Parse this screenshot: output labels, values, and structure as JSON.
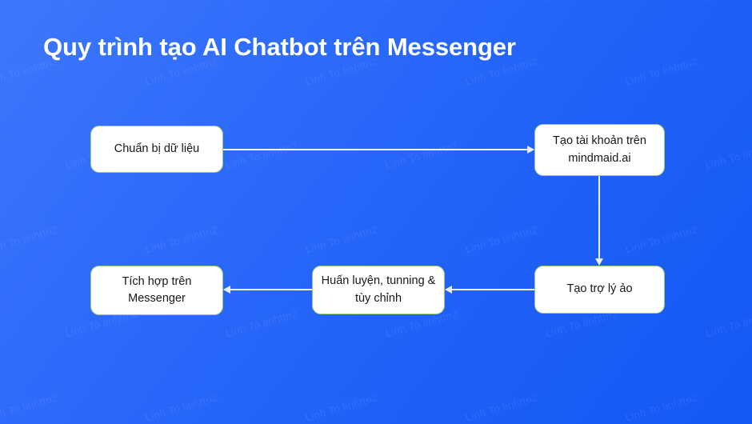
{
  "slide": {
    "title": "Quy trình tạo AI Chatbot trên Messenger",
    "background_color_start": "#3d78fb",
    "background_color_end": "#1558f5",
    "title_color": "#ffffff",
    "node_fill_color": "#ffffff",
    "node_border_color": "#9ecb6b",
    "node_text_color": "#171717",
    "connector_color": "#e9eef7",
    "watermark_text": "Linh To linhttn2"
  },
  "flow": {
    "nodes": [
      {
        "id": "prepare",
        "label": "Chuẩn bị  dữ liệu"
      },
      {
        "id": "account",
        "label": "Tạo tài khoản trên mindmaid.ai"
      },
      {
        "id": "assistant",
        "label": "Tạo trợ lý ảo"
      },
      {
        "id": "train",
        "label": "Huấn luyện, tunning & tùy chỉnh"
      },
      {
        "id": "integrate",
        "label": "Tích hợp trên Messenger"
      }
    ],
    "connectors": [
      {
        "from": "prepare",
        "to": "account",
        "direction": "right"
      },
      {
        "from": "account",
        "to": "assistant",
        "direction": "down"
      },
      {
        "from": "assistant",
        "to": "train",
        "direction": "left"
      },
      {
        "from": "train",
        "to": "integrate",
        "direction": "left"
      }
    ]
  }
}
